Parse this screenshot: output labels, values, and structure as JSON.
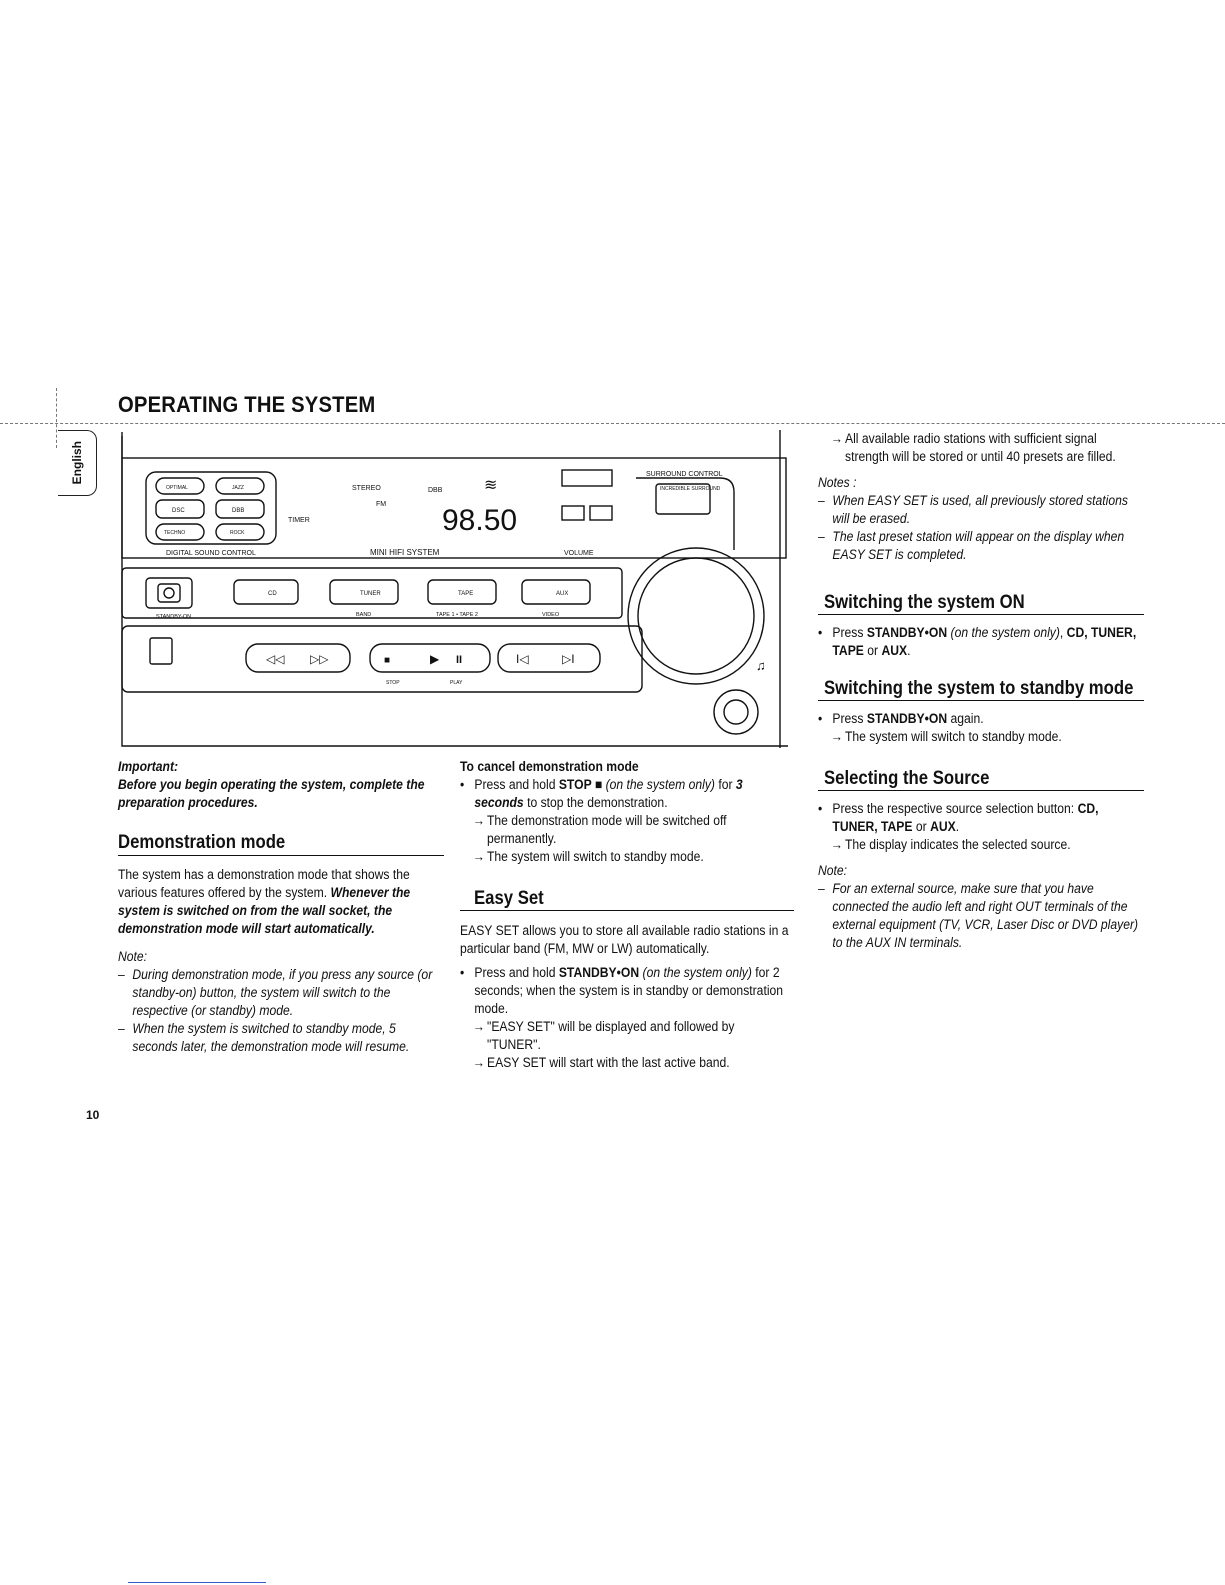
{
  "page": {
    "heading": "OPERATING THE SYSTEM",
    "language_tab": "English",
    "page_number": "10"
  },
  "device": {
    "labels": {
      "stereo": "STEREO",
      "fm": "FM",
      "timer": "TIMER",
      "dbb": "DBB",
      "frequency": "98.50",
      "surround_control": "SURROUND CONTROL",
      "incredible_surround": "INCREDIBLE SURROUND",
      "digital_sound_control": "DIGITAL SOUND CONTROL",
      "mini_hifi_system": "MINI HIFI SYSTEM",
      "volume": "VOLUME",
      "optimal": "OPTIMAL",
      "jazz": "JAZZ",
      "dsc": "DSC",
      "dbb_btn": "DBB",
      "techno": "TECHNO",
      "rock": "ROCK",
      "cd": "CD",
      "tuner": "TUNER",
      "tape": "TAPE",
      "aux": "AUX",
      "standby_on": "STANDBY-ON",
      "band": "BAND",
      "tape12": "TAPE 1 • TAPE 2",
      "video": "VIDEO",
      "play": "PLAY",
      "stop": "STOP"
    }
  },
  "left": {
    "important_label": "Important:",
    "important_text": "Before you begin operating the system, complete the preparation procedures.",
    "demo_title": "Demonstration mode",
    "demo_text_plain": "The system has a demonstration mode that shows the various features offered by the system. ",
    "demo_text_emph": "Whenever the system is switched on from the wall socket, the demonstration mode will start automatically.",
    "note_label": "Note:",
    "notes": [
      "During demonstration mode, if you press any source (or standby-on) button, the system will switch to the respective (or standby) mode.",
      "When the system is switched to standby mode, 5 seconds later, the demonstration mode will resume."
    ]
  },
  "middle": {
    "cancel_title": "To cancel demonstration mode",
    "cancel_step_pre": "Press and hold ",
    "cancel_step_key": "STOP ■",
    "cancel_step_it": " (on the system only)",
    "cancel_step_for": " for ",
    "cancel_step_sec": "3 seconds",
    "cancel_step_post": " to stop the demonstration.",
    "cancel_results": [
      "The demonstration mode will be switched off permanently.",
      "The system will switch to standby mode."
    ],
    "easy_title": "Easy Set",
    "easy_text": "EASY SET allows you to store all available radio stations in a particular band (FM, MW or LW) automatically.",
    "easy_step_pre": "Press and hold ",
    "easy_step_key": "STANDBY•ON",
    "easy_step_it": " (on the system only)",
    "easy_step_post": " for 2 seconds; when the system is in standby or demonstration mode.",
    "easy_results": [
      "\"EASY SET\" will be displayed and followed by \"TUNER\".",
      "EASY SET will start with the last active band."
    ]
  },
  "right": {
    "cont_result": "All available radio stations with sufficient signal strength will be stored or until 40 presets are filled.",
    "notes_label": "Notes :",
    "notes": [
      "When EASY SET is used, all previously stored stations will be erased.",
      "The last preset station will appear on the display when EASY SET is completed."
    ],
    "on_title": "Switching the system ON",
    "on_step_pre": "Press ",
    "on_step_key": "STANDBY•ON",
    "on_step_it": " (on the system only)",
    "on_step_post": ", ",
    "on_step_keys": "CD, TUNER, TAPE",
    "on_step_or": " or ",
    "on_step_aux": "AUX",
    "on_step_end": ".",
    "standby_title": "Switching the system to standby mode",
    "standby_step_pre": "Press ",
    "standby_step_key": "STANDBY•ON",
    "standby_step_post": " again.",
    "standby_result": "The system will switch to standby mode.",
    "source_title": "Selecting the Source",
    "source_step_pre": "Press the respective source selection button: ",
    "source_step_keys": "CD, TUNER, TAPE",
    "source_step_or": " or ",
    "source_step_aux": "AUX",
    "source_step_end": ".",
    "source_result": "The display indicates the selected source.",
    "note_label": "Note:",
    "note": "For an external source, make sure that you have connected the audio left and right OUT terminals of the external equipment (TV, VCR, Laser Disc or DVD player) to the AUX IN terminals."
  }
}
